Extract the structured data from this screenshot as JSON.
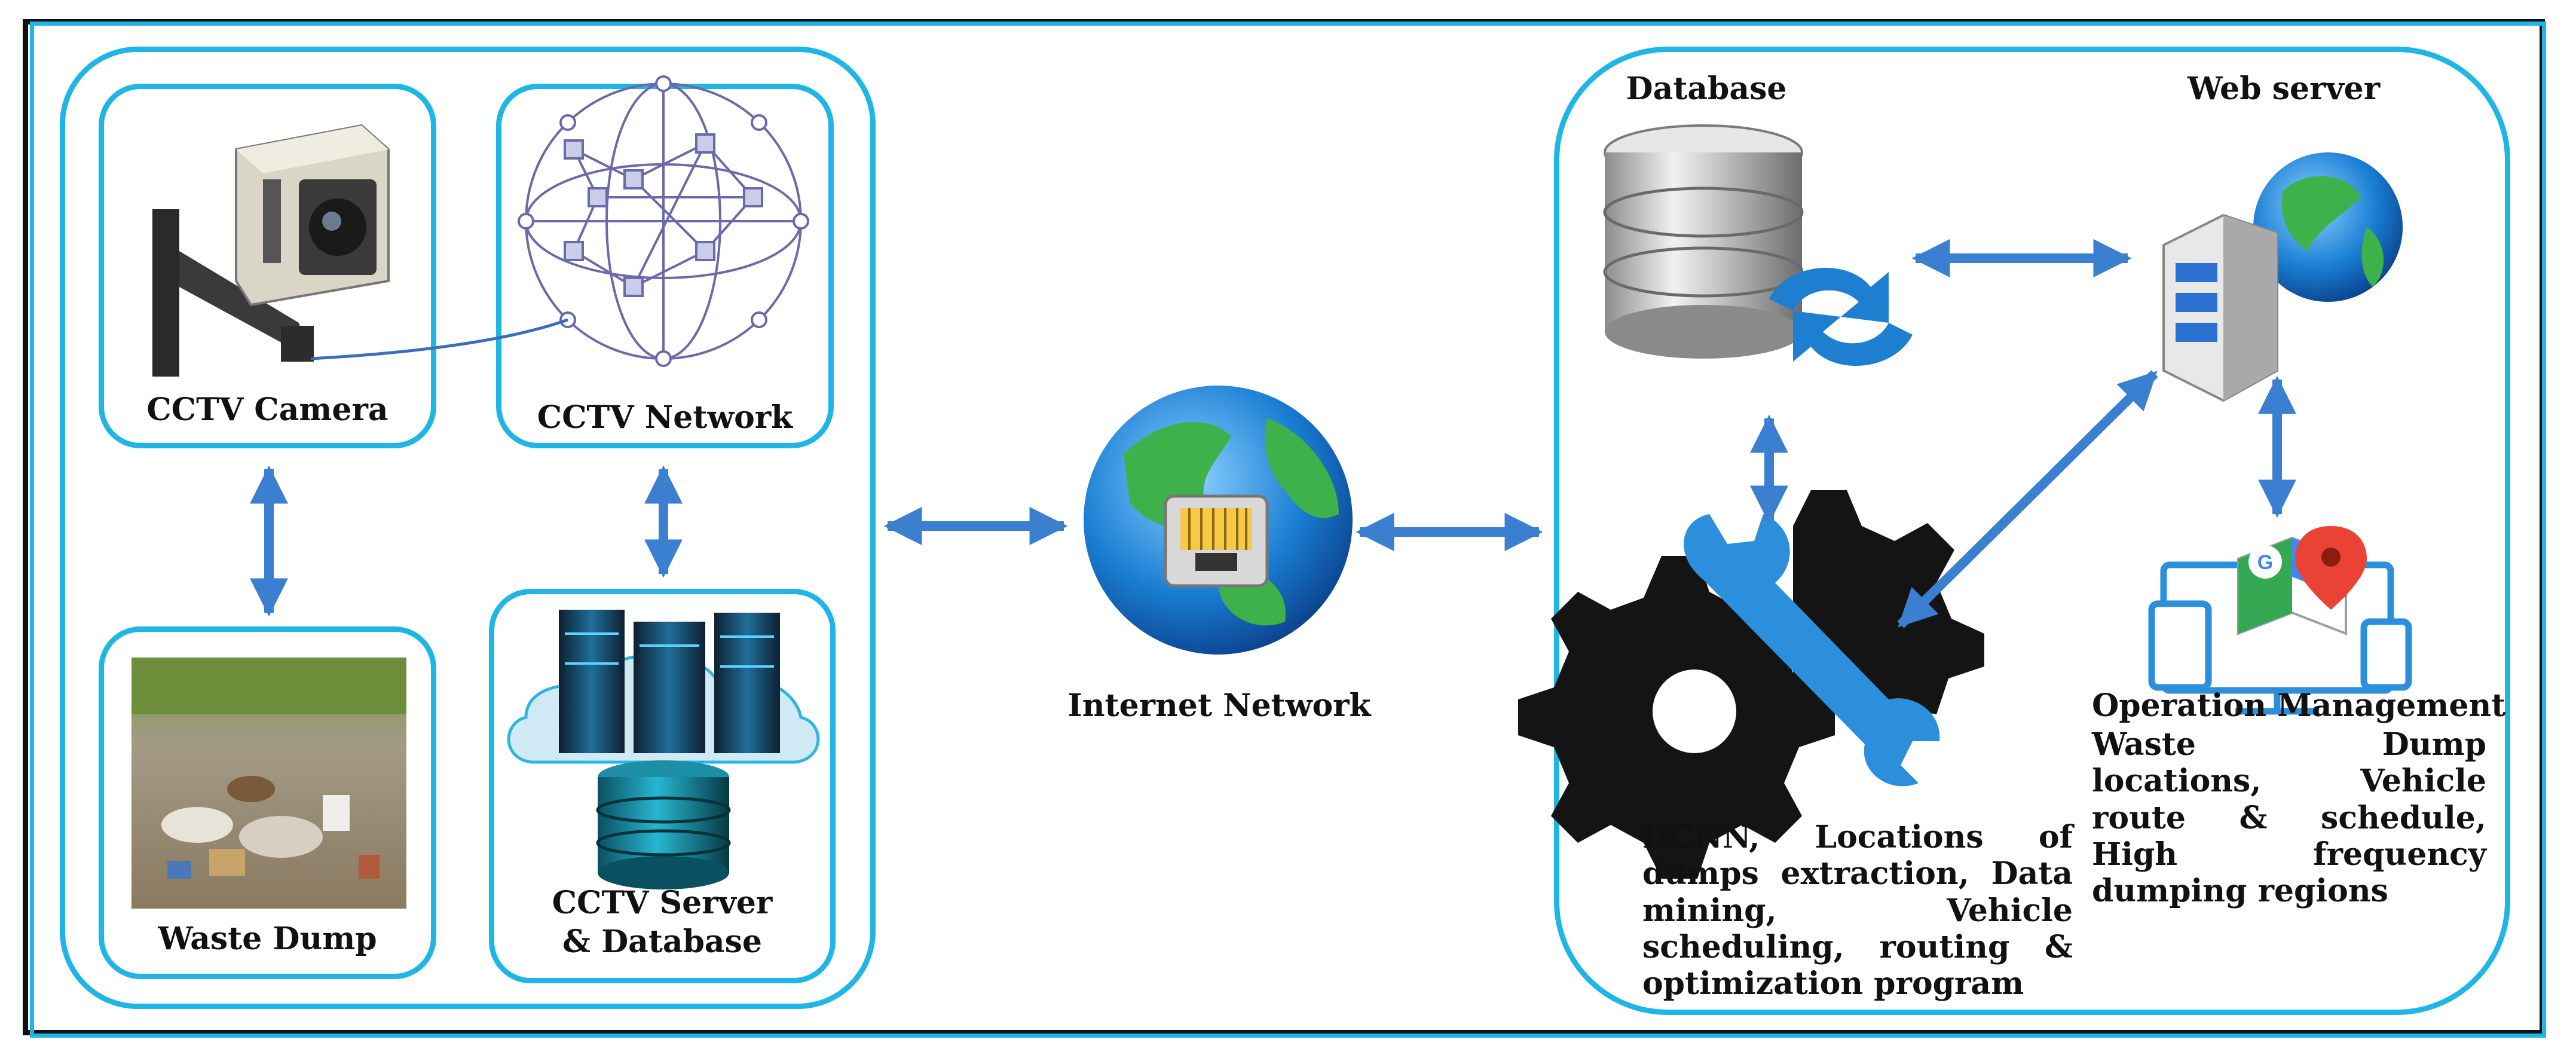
{
  "left_group": {
    "camera_label": "CCTV Camera",
    "network_label": "CCTV Network",
    "dump_label": "Waste Dump",
    "server_label_line1": "CCTV Server",
    "server_label_line2": "& Database"
  },
  "center": {
    "internet_label": "Internet Network"
  },
  "right_group": {
    "database_label": "Database",
    "webserver_label": "Web server",
    "tools_label": "DCNN, Locations of dumps extraction, Data mining, Vehicle scheduling, routing & optimization program",
    "ops_title": "Operation Management",
    "ops_body": "Waste Dump locations, Vehicle route & schedule, High frequency dumping regions"
  },
  "colors": {
    "box_border": "#1fb6e6",
    "arrow": "#3a7fd0",
    "frame": "#111111"
  },
  "icons": [
    "cctv-camera-icon",
    "network-globe-icon",
    "waste-dump-photo",
    "server-database-icon",
    "internet-globe-icon",
    "database-sync-icon",
    "web-server-globe-icon",
    "gear-wrench-icon",
    "devices-map-icon"
  ]
}
